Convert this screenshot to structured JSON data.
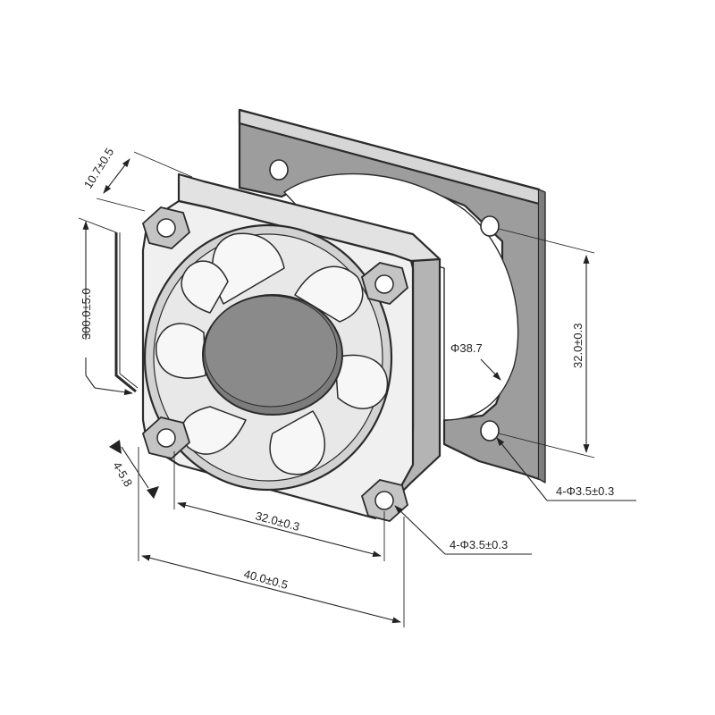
{
  "drawing": {
    "title": "",
    "dimensions": {
      "depth": "10.7±0.5",
      "lead_length": "300.0±5.0",
      "hole_spacing_vertical": "32.0±0.3",
      "shroud_diameter": "Φ38.7",
      "plate_holes": "4-Φ3.5±0.3",
      "hole_spacing_horizontal": "32.0±0.3",
      "frame_holes": "4-Φ3.5±0.3",
      "overall_width": "40.0±0.5",
      "counterbore": "4-5.8"
    },
    "colors": {
      "line": "#2b2b2b",
      "fill_light": "#e6e6e6",
      "fill_mid": "#c9c9c9",
      "fill_dark": "#9a9a9a",
      "hub": "#7c7c7c"
    }
  }
}
